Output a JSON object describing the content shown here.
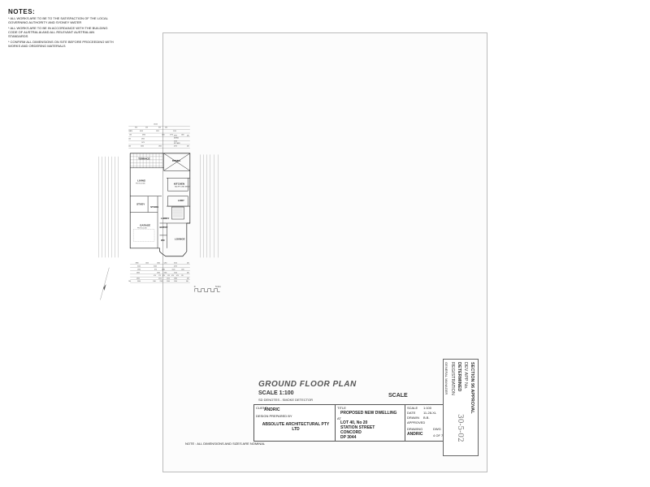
{
  "notes": {
    "heading": "NOTES:",
    "items": [
      "* ALL WORKS ARE TO BE TO THE SATISFACTION OF THE LOCAL GOVERNING AUTHORITY AND SYDNEY WATER",
      "* ALL WORKS ARE TO BE IN ACCORDANCE WITH THE BUILDING CODE OF AUSTRALIA AND ALL RELEVANT AUSTRALIAN STANDARDS",
      "* CONFIRM ALL DIMENSIONS ON SITE BEFORE PROCEEDING WITH WORKS AND ORDERING MATERIALS"
    ]
  },
  "rooms": {
    "terrace": "TERRACE",
    "dining": "DINING",
    "living": "LIVING",
    "living_sub": "FFL RL 20.580",
    "kitchen": "KITCHEN",
    "kitchen_sub": "GAS HP CLEAT BENCH",
    "lndry": "LDRY",
    "study": "STUDY",
    "store": "STORE",
    "lobby": "LOBBY",
    "garage": "GARAGE",
    "garage_sub": "FFL RL 20.230",
    "entry": "ENTRY",
    "lounge": "LOUNGE",
    "wc": "WC"
  },
  "top_dims": {
    "overall": "13120",
    "row1": [
      "350",
      "250",
      "350",
      "240"
    ],
    "row2": [
      "970",
      "3913",
      "2875",
      "5150",
      "200"
    ],
    "row3": [
      "200",
      "4900",
      "1100",
      "2770",
      "1100"
    ],
    "row3b": "DINING",
    "row4": [
      "240",
      "4955",
      "4870",
      "240"
    ],
    "row4b": [
      "1475",
      "4150",
      "KITCHEN"
    ],
    "row5": [
      "240",
      "5630",
      "1840",
      "4570",
      "240"
    ]
  },
  "bottom_dims": {
    "row1": [
      "3890",
      "1650",
      "1840",
      "1260",
      "3510",
      "240"
    ],
    "row2": [
      "3540",
      "3560",
      "4270"
    ],
    "row3": [
      "5990",
      "870",
      "1880",
      "1540",
      "1220"
    ],
    "row4": [
      "4830",
      "1820",
      "1905",
      "2100",
      "240"
    ],
    "row5": [
      "470",
      "175",
      "470",
      "125",
      "470",
      "470",
      "125"
    ],
    "row6": [
      "4830",
      "2510",
      "1212",
      "1380",
      "240"
    ],
    "row7": [
      "240",
      "3990",
      "1140",
      "2165",
      "1500",
      "1200",
      "240"
    ]
  },
  "drawing": {
    "title": "GROUND FLOOR PLAN",
    "scale": "SCALE 1:100",
    "legend": "SD DENOTES - SMOKE DETECTOR",
    "scale_label": "SCALE",
    "scale_zero": "0",
    "scale_five": "5.0m"
  },
  "title_block": {
    "client_label": "CLIENT",
    "client": "ANDRIC",
    "design_label": "DESIGN PREPARED BY",
    "firm": "ABSOLUTE ARCHITECTURAL PTY LTD",
    "title_label": "TITLE",
    "title": "PROPOSED NEW DWELLING",
    "address_label": "AT",
    "address1": "LOT 40, No 20",
    "address2": "STATION STREET",
    "address3": "CONCORD",
    "address4": "DP 3044",
    "scale_label": "SCALE",
    "scale_val": "1:100",
    "date_label": "DATE",
    "date_val": "11-28-XL",
    "drawn_label": "DRAWN",
    "drawn_val": "B.B.",
    "approved_label": "APPROVED",
    "drawing_label": "DRAWING",
    "drawing_val": "ANDRIC",
    "dwg_label": "DWG",
    "dwg_val": "4 OF 7",
    "footer": "NOTE : ALL DIMENSIONS AND SIZES ARE NOMINAL"
  },
  "stamp": {
    "line1": "SECTION 96 APPROVAL",
    "line2": "DEV APP No.",
    "line3": "DETERMINED",
    "line4": "REGISTRATION",
    "line5": "GENERAL MANAGER",
    "handwritten": "30-5-02"
  }
}
